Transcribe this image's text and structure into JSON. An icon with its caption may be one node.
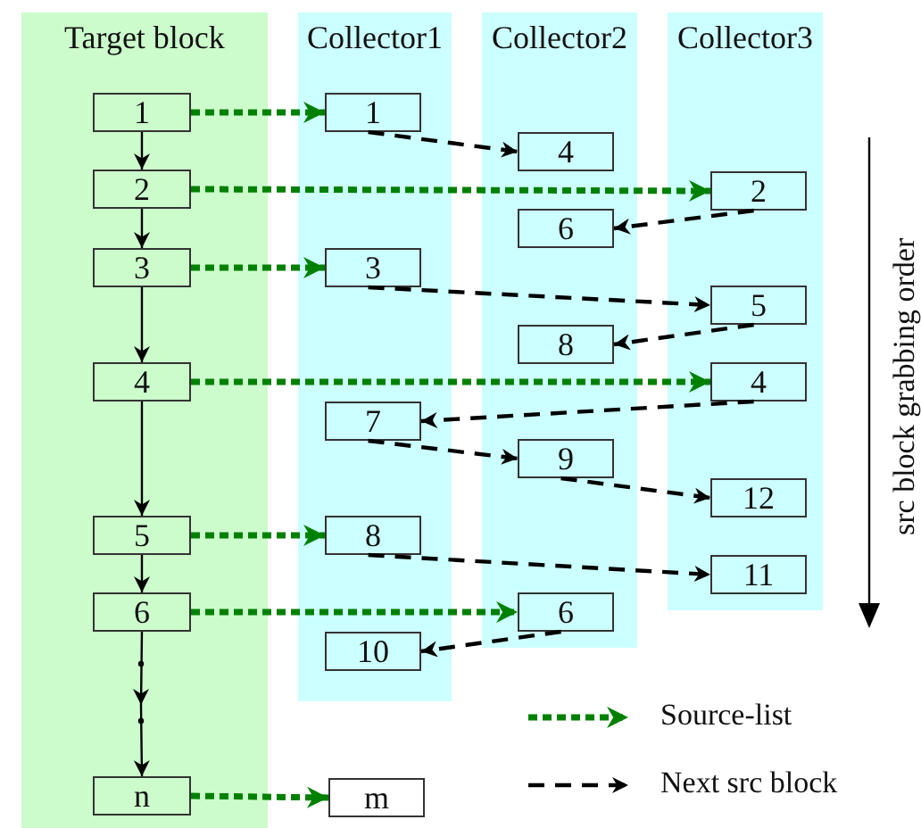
{
  "diagram": {
    "nodes": [
      {
        "text": [
          "Target block"
        ]
      },
      {
        "text": [
          "1"
        ],
        "in": 0
      },
      {
        "text": [
          "2"
        ],
        "in": 0
      },
      {
        "text": [
          "3"
        ],
        "in": 0
      },
      {
        "text": [
          "4"
        ],
        "in": 0
      },
      {
        "text": [
          "5"
        ],
        "in": 0
      },
      {
        "text": [
          "6"
        ],
        "in": 0
      },
      {
        "text": [
          "n"
        ],
        "in": 0
      },
      {
        "text": [
          "Collector1"
        ]
      },
      {
        "text": [
          "1"
        ],
        "in": 8
      },
      {
        "text": [
          "3"
        ],
        "in": 8
      },
      {
        "text": [
          "7"
        ],
        "in": 8
      },
      {
        "text": [
          "8"
        ],
        "in": 8
      },
      {
        "text": [
          "10"
        ],
        "in": 8
      },
      {
        "text": [
          "Collector2"
        ]
      },
      {
        "text": [
          "4"
        ],
        "in": 14
      },
      {
        "text": [
          "6"
        ],
        "in": 14
      },
      {
        "text": [
          "8"
        ],
        "in": 14
      },
      {
        "text": [
          "9"
        ],
        "in": 14
      },
      {
        "text": [
          "6"
        ],
        "in": 14
      },
      {
        "text": [
          "Collector3"
        ]
      },
      {
        "text": [
          "2"
        ],
        "in": 20
      },
      {
        "text": [
          "5"
        ],
        "in": 20
      },
      {
        "text": [
          "4"
        ],
        "in": 20
      },
      {
        "text": [
          "12"
        ],
        "in": 20
      },
      {
        "text": [
          "11"
        ],
        "in": 20
      },
      {
        "text": [
          "m"
        ]
      }
    ],
    "edges": [
      {
        "from": 1,
        "to": 2,
        "arrow": "to"
      },
      {
        "from": 2,
        "to": 3,
        "arrow": "to"
      },
      {
        "from": 3,
        "to": 4,
        "arrow": "to"
      },
      {
        "from": 4,
        "to": 5,
        "arrow": "to"
      },
      {
        "from": 5,
        "to": 6,
        "arrow": "to"
      },
      {
        "from": 6,
        "to": 7,
        "arrow": "to"
      },
      {
        "from": 1,
        "to": 9,
        "arrow": "to",
        "style": "dashed",
        "color": "#008000"
      },
      {
        "from": 2,
        "to": 21,
        "arrow": "to",
        "style": "dashed",
        "color": "#008000"
      },
      {
        "from": 3,
        "to": 10,
        "arrow": "to",
        "style": "dashed",
        "color": "#008000"
      },
      {
        "from": 4,
        "to": 23,
        "arrow": "to",
        "style": "dashed",
        "color": "#008000"
      },
      {
        "from": 5,
        "to": 12,
        "arrow": "to",
        "style": "dashed",
        "color": "#008000"
      },
      {
        "from": 6,
        "to": 19,
        "arrow": "to",
        "style": "dashed",
        "color": "#008000"
      },
      {
        "from": 7,
        "to": 26,
        "arrow": "to",
        "style": "dashed",
        "color": "#008000"
      },
      {
        "from": 9,
        "to": 15,
        "arrow": "to",
        "style": "dashed"
      },
      {
        "from": 21,
        "to": 16,
        "arrow": "to",
        "style": "dashed"
      },
      {
        "from": 10,
        "to": 22,
        "arrow": "to",
        "style": "dashed"
      },
      {
        "from": 22,
        "to": 17,
        "arrow": "to",
        "style": "dashed"
      },
      {
        "from": 23,
        "to": 11,
        "arrow": "to",
        "style": "dashed"
      },
      {
        "from": 11,
        "to": 18,
        "arrow": "to",
        "style": "dashed"
      },
      {
        "from": 18,
        "to": 24,
        "arrow": "to",
        "style": "dashed"
      },
      {
        "from": 12,
        "to": 25,
        "arrow": "to",
        "style": "dashed"
      },
      {
        "from": 19,
        "to": 13,
        "arrow": "to",
        "style": "dashed"
      }
    ],
    "labels": [
      "src block grabbing order"
    ],
    "legend": [
      {
        "text": "Source-list"
      },
      {
        "text": "Next src block"
      }
    ]
  }
}
